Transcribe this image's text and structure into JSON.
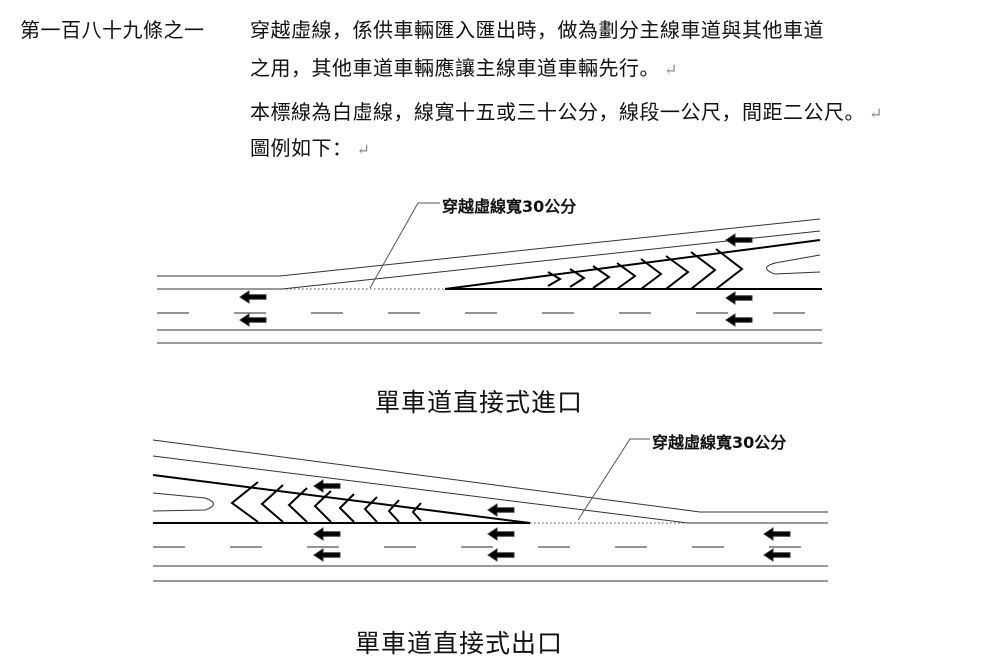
{
  "article": {
    "title": "第一百八十九條之一",
    "line1": "穿越虛線，係供車輛匯入匯出時，做為劃分主線車道與其他車道",
    "line2": "之用，其他車道車輛應讓主線車道車輛先行。",
    "line3": "本標線為白虛線，線寬十五或三十公分，線段一公尺，間距二公尺。",
    "line4": "圖例如下：",
    "return_mark": "↵"
  },
  "figures": [
    {
      "label": "穿越虛線寬30公分",
      "caption": "單車道直接式進口"
    },
    {
      "label": "穿越虛線寬30公分",
      "caption": "單車道直接式出口"
    }
  ]
}
